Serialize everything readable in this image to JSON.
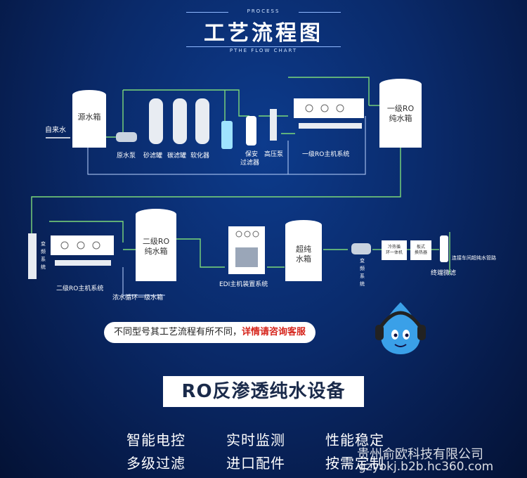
{
  "header": {
    "top": "PROCESS",
    "title": "工艺流程图",
    "sub": "PTHE FLOW CHART"
  },
  "labels": {
    "tap_water": "自来水",
    "source_tank": "源水箱",
    "source_pump": "原水泵",
    "sand_filter": "砂滤罐",
    "carbon_filter": "碳滤罐",
    "softener": "软化器",
    "security_filter_1": "保安",
    "security_filter_2": "过滤器",
    "hp_pump": "高压泵",
    "ro1_system": "一级RO主机系统",
    "ro1_tank_1": "一级RO",
    "ro1_tank_2": "纯水箱",
    "vfd_1a": "变",
    "vfd_1b": "频",
    "vfd_1c": "系",
    "vfd_1d": "统",
    "ro2_system": "二级RO主机系统",
    "ro2_tank_1": "二级RO",
    "ro2_tank_2": "纯水箱",
    "conc_tank": "浓水循环一级水箱",
    "edi_system": "EDI主机装置系统",
    "ultra_tank_1": "超纯",
    "ultra_tank_2": "水箱",
    "vfd_2a": "变",
    "vfd_2b": "频",
    "vfd_2c": "系",
    "vfd_2d": "统",
    "chiller_1": "冷热循",
    "chiller_2": "环一体机",
    "hex_1": "板式",
    "hex_2": "换热器",
    "terminal_filter": "终端微滤",
    "to_workshop": "连接车间超纯水管路"
  },
  "notice": {
    "text": "不同型号其工艺流程有所不同，",
    "highlight": "详情请咨询客服"
  },
  "banner": "RO反渗透纯水设备",
  "features": [
    "智能电控",
    "实时监测",
    "性能稳定",
    "多级过滤",
    "进口配件",
    "按需定制"
  ],
  "watermark": {
    "line1": "贵州俞欧科技有限公司",
    "line2": "gzyokj.b2b.hc360.com"
  },
  "colors": {
    "pipe": "#7dd97a",
    "highlight": "#d6241b",
    "background": "#0a2a6a"
  }
}
